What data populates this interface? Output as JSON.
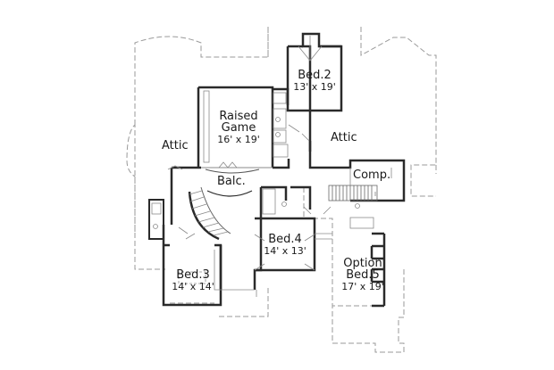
{
  "floor_plan": {
    "colors": {
      "wall": "#2a2a2a",
      "thin_line": "#8a8a8a",
      "dashed_outline": "#9a9a9a",
      "text": "#1a1a1a",
      "background": "#ffffff"
    },
    "rooms": [
      {
        "id": "raised-game",
        "name": "Raised\nGame",
        "name_line1": "Raised",
        "name_line2": "Game",
        "dimensions": "16' x 19'"
      },
      {
        "id": "bed-2",
        "name": "Bed.2",
        "dimensions": "13' x 19'"
      },
      {
        "id": "bed-3",
        "name": "Bed.3",
        "dimensions": "14' x 14'"
      },
      {
        "id": "bed-4",
        "name": "Bed.4",
        "dimensions": "14' x 13'"
      },
      {
        "id": "option-bed-5",
        "name_line1": "Option",
        "name_line2": "Bed.5",
        "dimensions": "17' x 19'"
      }
    ],
    "areas": {
      "attic_left": "Attic",
      "attic_right": "Attic",
      "balcony": "Balc.",
      "computer": "Comp."
    }
  }
}
